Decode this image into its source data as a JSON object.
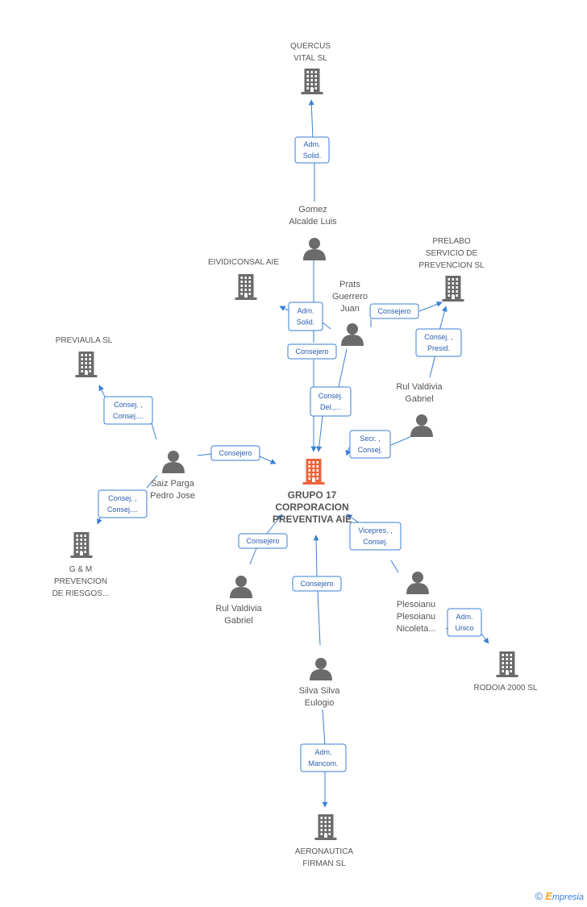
{
  "nodes": [
    {
      "id": "grupo17",
      "kind": "company-center",
      "lines": [
        "GRUPO 17",
        "CORPORACION",
        "PREVENTIVA AIE"
      ]
    },
    {
      "id": "quercus",
      "kind": "company",
      "lines": [
        "QUERCUS",
        "VITAL SL"
      ]
    },
    {
      "id": "eividiconsal",
      "kind": "company",
      "lines": [
        "EIVIDICONSAL AIE"
      ]
    },
    {
      "id": "prelabo",
      "kind": "company",
      "lines": [
        "PRELABO",
        "SERVICIO DE",
        "PREVENCION SL"
      ]
    },
    {
      "id": "previaula",
      "kind": "company",
      "lines": [
        "PREVIAULA SL"
      ]
    },
    {
      "id": "gm",
      "kind": "company",
      "lines": [
        "G & M",
        "PREVENCION",
        "DE RIESGOS..."
      ]
    },
    {
      "id": "rodoia",
      "kind": "company",
      "lines": [
        "RODOIA 2000 SL"
      ]
    },
    {
      "id": "aeronautica",
      "kind": "company",
      "lines": [
        "AERONAUTICA",
        "FIRMAN SL"
      ]
    },
    {
      "id": "gomez",
      "kind": "person",
      "lines": [
        "Gomez",
        "Alcalde Luis"
      ]
    },
    {
      "id": "prats",
      "kind": "person",
      "lines": [
        "Prats",
        "Guerrero",
        "Juan"
      ]
    },
    {
      "id": "rul1",
      "kind": "person",
      "lines": [
        "Rul Valdivia",
        "Gabriel"
      ]
    },
    {
      "id": "saiz",
      "kind": "person",
      "lines": [
        "Saiz Parga",
        "Pedro Jose"
      ]
    },
    {
      "id": "rul2",
      "kind": "person",
      "lines": [
        "Rul Valdivia",
        "Gabriel"
      ]
    },
    {
      "id": "plesoianu",
      "kind": "person",
      "lines": [
        "Plesoianu",
        "Plesoianu",
        "Nicoleta..."
      ]
    },
    {
      "id": "silva",
      "kind": "person",
      "lines": [
        "Silva Silva",
        "Eulogio"
      ]
    }
  ],
  "edges": [
    {
      "from": "gomez",
      "to": "quercus",
      "lines": [
        "Adm.",
        "Solid."
      ]
    },
    {
      "from": "gomez",
      "to": "grupo17",
      "lines": [
        "Consejero"
      ]
    },
    {
      "from": "prats",
      "to": "eividiconsal",
      "lines": [
        "Adm.",
        "Solid."
      ]
    },
    {
      "from": "prats",
      "to": "grupo17",
      "lines": [
        "Consej.",
        "Del.,..."
      ]
    },
    {
      "from": "rul1",
      "to": "prelabo",
      "lines": [
        "Consej. ,",
        "Presid."
      ]
    },
    {
      "from": "rul1",
      "to": "grupo17",
      "lines": [
        "Secr. ,",
        "Consej."
      ]
    },
    {
      "from": "saiz",
      "to": "previaula",
      "lines": [
        "Consej. ,",
        "Consej...."
      ]
    },
    {
      "from": "saiz",
      "to": "gm",
      "lines": [
        "Consej. ,",
        "Consej...."
      ]
    },
    {
      "from": "saiz",
      "to": "grupo17",
      "lines": [
        "Consejero"
      ]
    },
    {
      "from": "rul2",
      "to": "grupo17",
      "lines": [
        "Consejero"
      ]
    },
    {
      "from": "plesoianu",
      "to": "grupo17",
      "lines": [
        "Vicepres. ,",
        "Consej."
      ]
    },
    {
      "from": "plesoianu",
      "to": "rodoia",
      "lines": [
        "Adm.",
        "Unico"
      ]
    },
    {
      "from": "silva",
      "to": "grupo17",
      "lines": [
        "Consejero"
      ]
    },
    {
      "from": "silva",
      "to": "aeronautica",
      "lines": [
        "Adm.",
        "Mancom."
      ]
    },
    {
      "from": "prats",
      "to": "prelabo",
      "lines": [
        "Consejero"
      ]
    }
  ],
  "colors": {
    "edge": "#3a7fd5",
    "edge_text": "#2a5db0",
    "company": "#6b6b6b",
    "center": "#f0643a",
    "person": "#6b6b6b"
  },
  "footer": {
    "copyright": "©",
    "brand_initial": "E",
    "brand_rest": "mpresia"
  }
}
